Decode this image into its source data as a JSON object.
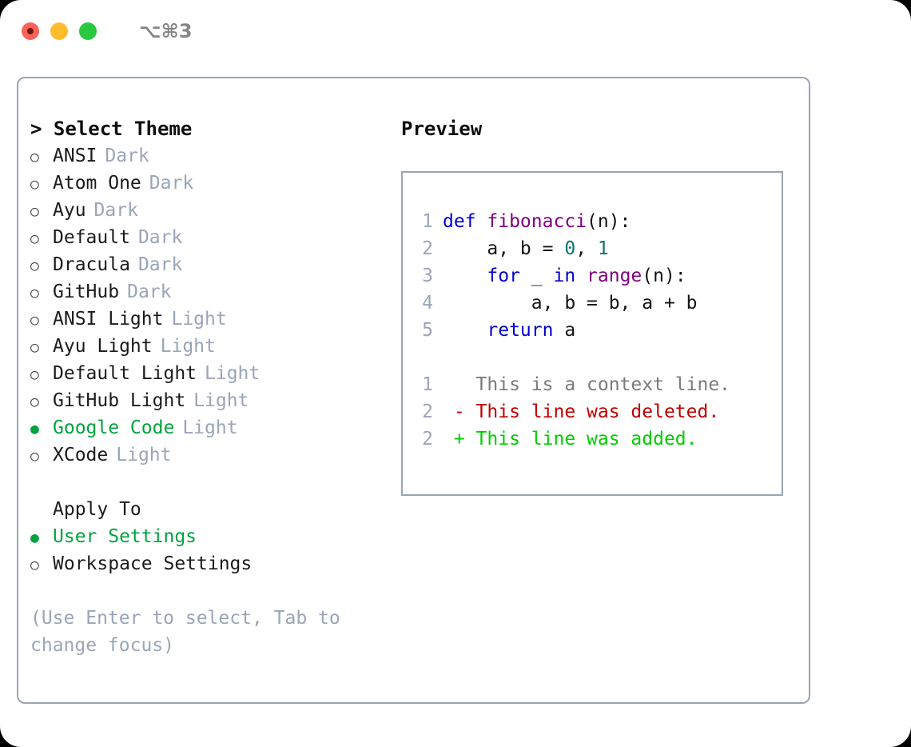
{
  "titlebar": {
    "shortcut": "⌥⌘3",
    "lights": [
      "close-red",
      "minimize-yellow",
      "maximize-green"
    ]
  },
  "theme_panel": {
    "heading": "> Select Theme",
    "marker_unselected": "○",
    "marker_selected": "●",
    "themes": [
      {
        "name": "ANSI",
        "category": "Dark",
        "selected": false
      },
      {
        "name": "Atom One",
        "category": "Dark",
        "selected": false
      },
      {
        "name": "Ayu",
        "category": "Dark",
        "selected": false
      },
      {
        "name": "Default",
        "category": "Dark",
        "selected": false
      },
      {
        "name": "Dracula",
        "category": "Dark",
        "selected": false
      },
      {
        "name": "GitHub",
        "category": "Dark",
        "selected": false
      },
      {
        "name": "ANSI Light",
        "category": "Light",
        "selected": false
      },
      {
        "name": "Ayu Light",
        "category": "Light",
        "selected": false
      },
      {
        "name": "Default Light",
        "category": "Light",
        "selected": false
      },
      {
        "name": "GitHub Light",
        "category": "Light",
        "selected": false
      },
      {
        "name": "Google Code",
        "category": "Light",
        "selected": true
      },
      {
        "name": "XCode",
        "category": "Light",
        "selected": false
      }
    ]
  },
  "apply_to": {
    "heading": "Apply To",
    "options": [
      {
        "name": "User Settings",
        "selected": true
      },
      {
        "name": "Workspace Settings",
        "selected": false
      }
    ]
  },
  "hint": "(Use Enter to select, Tab to change focus)",
  "preview": {
    "heading": "Preview",
    "code_lines": [
      {
        "n": "1",
        "tokens": [
          {
            "t": "def ",
            "c": "kw"
          },
          {
            "t": "fibonacci",
            "c": "fn"
          },
          {
            "t": "(n):",
            "c": "pl"
          }
        ]
      },
      {
        "n": "2",
        "tokens": [
          {
            "t": "    a, b = ",
            "c": "pl"
          },
          {
            "t": "0",
            "c": "num"
          },
          {
            "t": ", ",
            "c": "pl"
          },
          {
            "t": "1",
            "c": "num"
          }
        ]
      },
      {
        "n": "3",
        "tokens": [
          {
            "t": "    ",
            "c": "pl"
          },
          {
            "t": "for",
            "c": "kw"
          },
          {
            "t": " _ ",
            "c": "pl"
          },
          {
            "t": "in",
            "c": "kw"
          },
          {
            "t": " ",
            "c": "pl"
          },
          {
            "t": "range",
            "c": "fn"
          },
          {
            "t": "(n):",
            "c": "pl"
          }
        ]
      },
      {
        "n": "4",
        "tokens": [
          {
            "t": "        a, b = b, a + b",
            "c": "pl"
          }
        ]
      },
      {
        "n": "5",
        "tokens": [
          {
            "t": "    ",
            "c": "pl"
          },
          {
            "t": "return",
            "c": "kw"
          },
          {
            "t": " a",
            "c": "pl"
          }
        ]
      }
    ],
    "diff_lines": [
      {
        "n": "1",
        "sign": " ",
        "text": "This is a context line.",
        "kind": "ctx"
      },
      {
        "n": "2",
        "sign": "-",
        "text": "This line was deleted.",
        "kind": "del"
      },
      {
        "n": "2",
        "sign": "+",
        "text": "This line was added.",
        "kind": "add"
      }
    ]
  },
  "colors": {
    "accent_green": "#00a33f",
    "muted": "#9aa5b8",
    "border": "#9aa5b4",
    "keyword": "#0000cd",
    "function": "#800080",
    "number": "#0b7373",
    "diff_deleted": "#c00000",
    "diff_added": "#00cc00",
    "diff_context": "#7b7b7b",
    "light_red": "#ff6159",
    "light_yellow": "#ffbd2e",
    "light_green": "#2ac840"
  }
}
